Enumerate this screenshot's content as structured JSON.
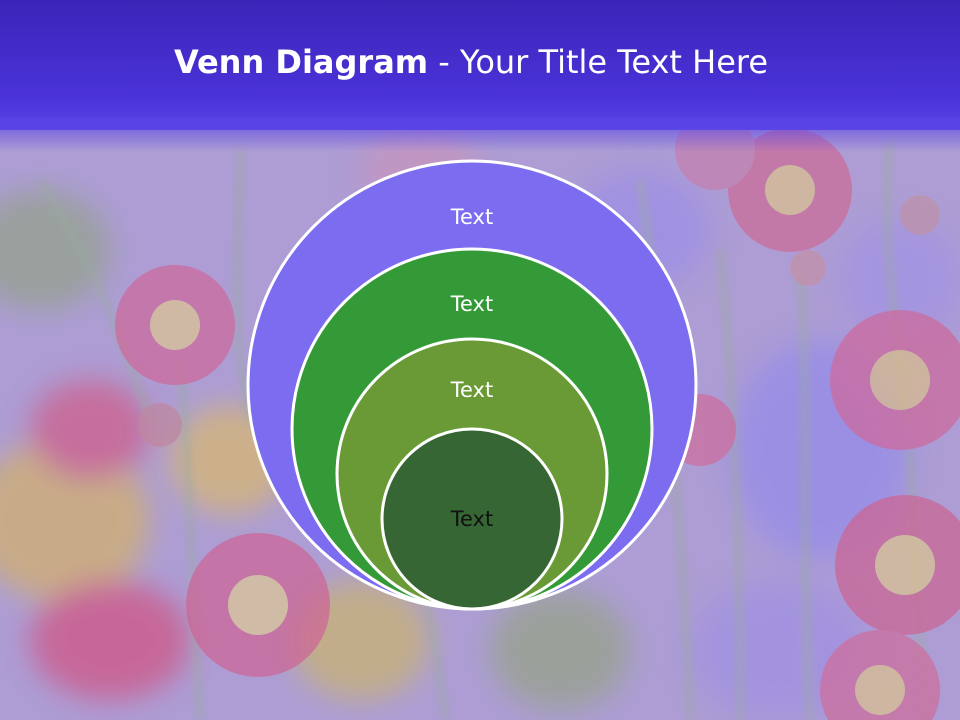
{
  "slide": {
    "title_bold": "Venn Diagram",
    "title_rest": " - Your Title Text Here"
  },
  "diagram": {
    "circles": [
      {
        "label": "Text",
        "color": "#7b6cf0"
      },
      {
        "label": "Text",
        "color": "#349a38"
      },
      {
        "label": "Text",
        "color": "#6a9a36"
      },
      {
        "label": "Text",
        "color": "#356633"
      }
    ],
    "outline_color": "#ffffff"
  },
  "colors": {
    "header": "#4a33d9",
    "title_text": "#ffffff",
    "background_tint": "#b8a6e0"
  }
}
